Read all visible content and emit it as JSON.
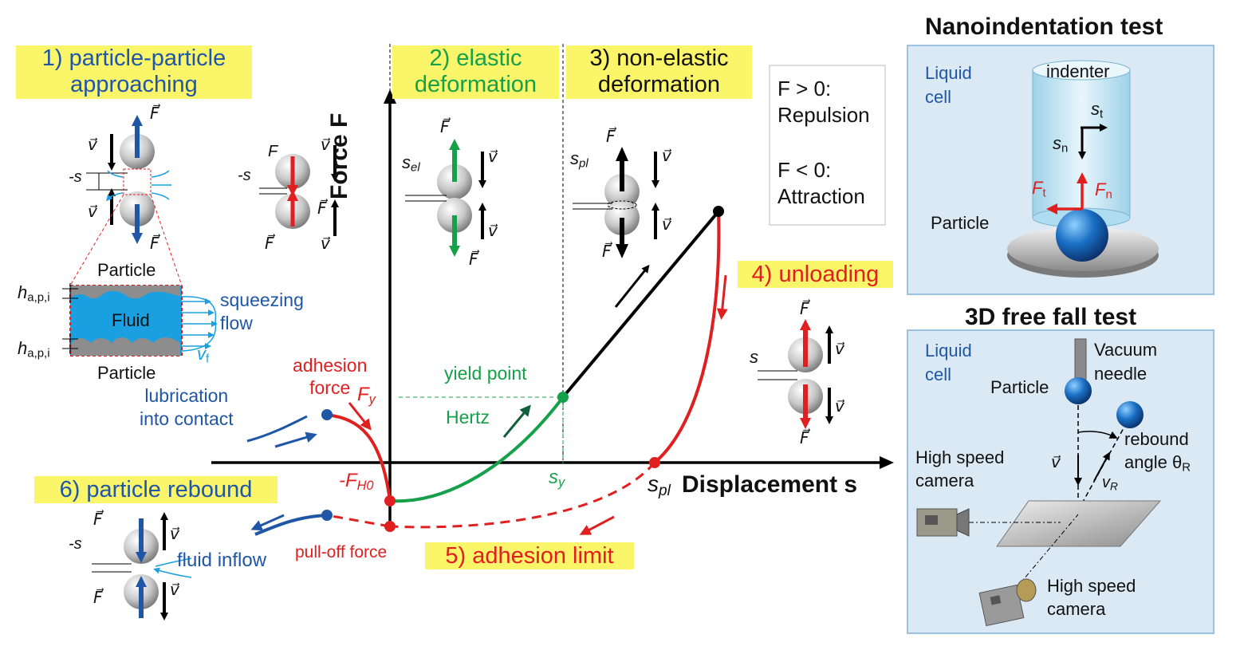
{
  "stages": {
    "s1": "1) particle-particle\napproaching",
    "s2": "2) elastic\ndeformation",
    "s3": "3) non-elastic\ndeformation",
    "s4": "4) unloading",
    "s5": "5) adhesion limit",
    "s6": "6) particle rebound"
  },
  "axes": {
    "force": "Force F",
    "displacement": "Displacement s"
  },
  "legend": {
    "repulsion": "F > 0:\nRepulsion",
    "attraction": "F < 0:\nAttraction"
  },
  "labels": {
    "adhesion_force": "adhesion\nforce",
    "Fy": "F",
    "Fy_sub": "y",
    "yield_point": "yield point",
    "hertz": "Hertz",
    "FH0": "-F",
    "FH0_sub": "H0",
    "sy": "s",
    "sy_sub": "y",
    "spl": "s",
    "spl_sub": "pl",
    "pull_off": "pull-off force",
    "lubrication": "lubrication\ninto contact",
    "fluid_inflow": "fluid inflow",
    "squeezing_flow": "squeezing\nflow",
    "fluid": "Fluid",
    "particle_top": "Particle",
    "particle_bottom": "Particle",
    "h_api": "h",
    "h_api_sub": "a,p,i",
    "vf": "v",
    "vf_sub": "f",
    "sel": "s",
    "sel_sub": "el",
    "spl_small": "s",
    "spl_small_sub": "pl",
    "minus_s": "-s",
    "s": "s",
    "F": "F",
    "v": "v"
  },
  "nano": {
    "title": "Nanoindentation test",
    "liquid": "Liquid\ncell",
    "indenter": "indenter",
    "particle": "Particle",
    "st": "s",
    "st_sub": "t",
    "sn": "s",
    "sn_sub": "n",
    "Ft": "F",
    "Ft_sub": "t",
    "Fn": "F",
    "Fn_sub": "n"
  },
  "freefall": {
    "title": "3D free fall test",
    "liquid": "Liquid\ncell",
    "needle": "Vacuum\nneedle",
    "particle": "Particle",
    "rebound": "rebound\nangle θ",
    "rebound_sub": "R",
    "camera1": "High speed\ncamera",
    "camera2": "High speed\ncamera",
    "v": "v",
    "vR": "v",
    "vR_sub": "R"
  },
  "chart_data": {
    "type": "line",
    "title": "",
    "xlabel": "Displacement s",
    "ylabel": "Force F",
    "series": [
      {
        "name": "",
        "segment": "approach",
        "color": "#e02020"
      },
      {
        "name": "",
        "segment": "elastic",
        "color": "#16a04a"
      },
      {
        "name": "",
        "segment": "non-elastic",
        "color": "#000000"
      },
      {
        "name": "",
        "segment": "unloading",
        "color": "#e02020"
      },
      {
        "name": "",
        "segment": "adhesion limit",
        "color": "#e02020",
        "style": "dashed"
      },
      {
        "name": "",
        "segment": "rebound",
        "color": "#1f56a6"
      }
    ],
    "key_points": [
      "-F_H0",
      "F_y",
      "s_y",
      "s_pl"
    ]
  },
  "colors": {
    "blue": "#1f56a6",
    "green": "#16a04a",
    "red": "#e02020",
    "highlight": "#fbf56a",
    "panel": "#dbe9f5"
  }
}
